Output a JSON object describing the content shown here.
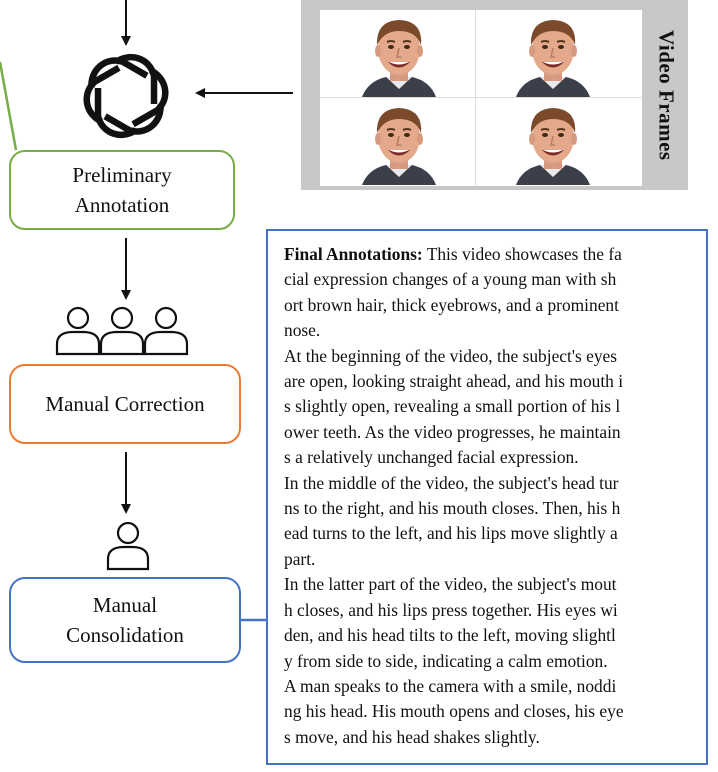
{
  "nodes": {
    "preliminary": "Preliminary\nAnnotation",
    "correction": "Manual Correction",
    "consolidation": "Manual\nConsolidation"
  },
  "frames_label": "Video Frames",
  "final": {
    "heading": "Final Annotations:",
    "text": " This video showcases the fa\ncial expression changes of a young man with sh\nort brown hair, thick eyebrows, and a prominent\nnose.\nAt the beginning of the video, the subject's eyes\nare open, looking straight ahead, and his mouth i\ns slightly open, revealing a small portion of his l\nower teeth. As the video progresses, he maintain\ns a relatively unchanged facial expression.\nIn the middle of the video, the subject's head tur\nns to the right, and his mouth closes. Then, his h\nead turns to the left, and his lips move slightly a\npart.\nIn the latter part of the video, the subject's mout\nh closes, and his lips press together. His eyes wi\nden, and his head tilts to the left, moving slightl\ny from side to side, indicating a calm emotion.\nA man speaks to the camera with a smile, noddi\nng his head. His mouth opens and closes, his eye\ns move, and his head shakes slightly."
  },
  "colors": {
    "green": "#78ad45",
    "orange": "#ec7b31",
    "blue": "#4472c4",
    "panel_gray": "#c8c8c8"
  },
  "icons": [
    "openai-logo-icon",
    "three-people-icon",
    "person-icon",
    "face-photo"
  ]
}
